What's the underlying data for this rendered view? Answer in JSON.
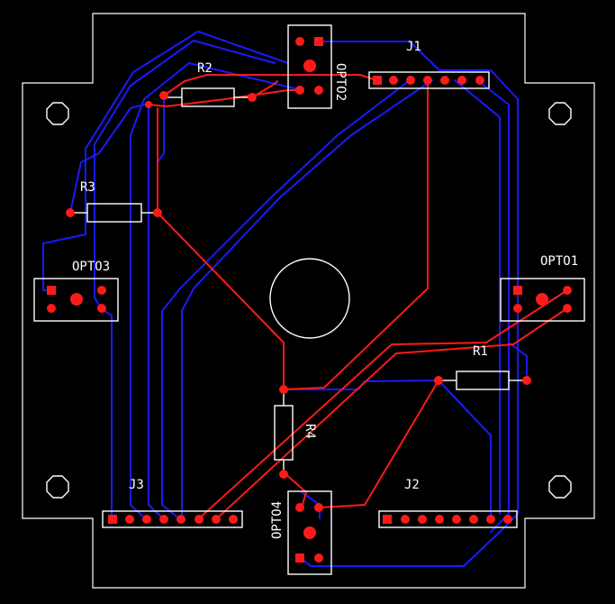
{
  "board": {
    "outline_color": "#ffffff",
    "top_trace_color": "#ff1a1a",
    "bottom_trace_color": "#1a1aff",
    "pad_color": "#ff1a1a"
  },
  "labels": {
    "j1": "J1",
    "j2": "J2",
    "j3": "J3",
    "r1": "R1",
    "r2": "R2",
    "r3": "R3",
    "r4": "R4",
    "opto1": "OPTO1",
    "opto2": "OPTO2",
    "opto3": "OPTO3",
    "opto4": "OPTO4"
  },
  "icons": {
    "mounting_hole": "octagon-hole-icon",
    "center_hole": "circle-hole-icon"
  }
}
